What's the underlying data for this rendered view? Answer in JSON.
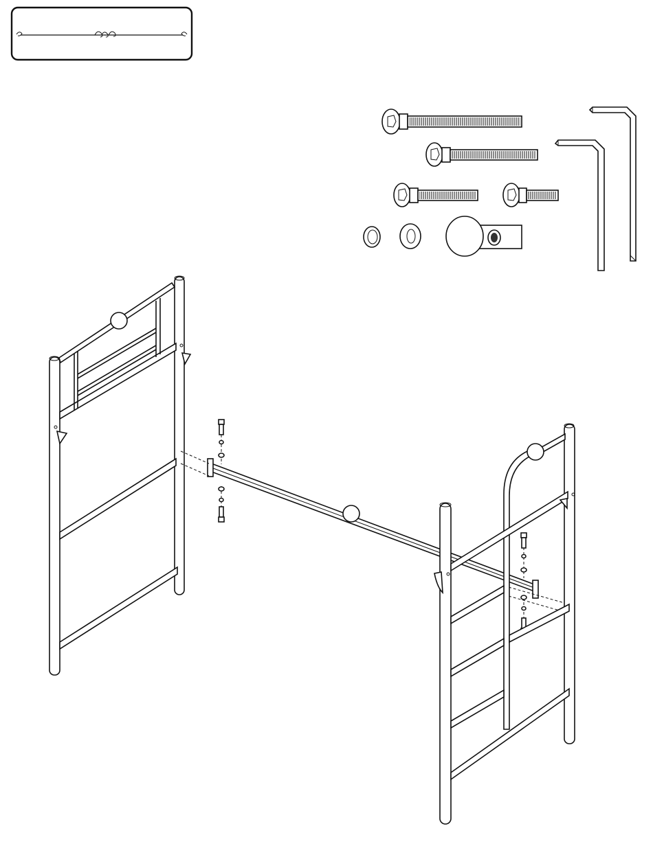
{
  "header_panel": {
    "ornament_icon": "scroll-ornament-icon"
  },
  "hardware": {
    "items": [
      {
        "name": "long-bolt",
        "icon": "hex-socket-bolt-icon"
      },
      {
        "name": "medium-bolt",
        "icon": "hex-socket-bolt-icon"
      },
      {
        "name": "short-bolt",
        "icon": "hex-socket-bolt-icon"
      },
      {
        "name": "small-bolt",
        "icon": "hex-socket-bolt-icon"
      },
      {
        "name": "lock-washer",
        "icon": "lock-washer-icon"
      },
      {
        "name": "flat-washer",
        "icon": "flat-washer-icon"
      },
      {
        "name": "barrel-nut",
        "icon": "barrel-nut-icon"
      },
      {
        "name": "large-allen-key",
        "icon": "allen-key-icon"
      },
      {
        "name": "small-allen-key",
        "icon": "allen-key-icon"
      }
    ]
  },
  "assembly": {
    "callouts": [
      "headboard-callout",
      "side-rail-callout",
      "ladder-end-callout"
    ],
    "colors": {
      "line": "#111111",
      "background": "#ffffff"
    }
  }
}
